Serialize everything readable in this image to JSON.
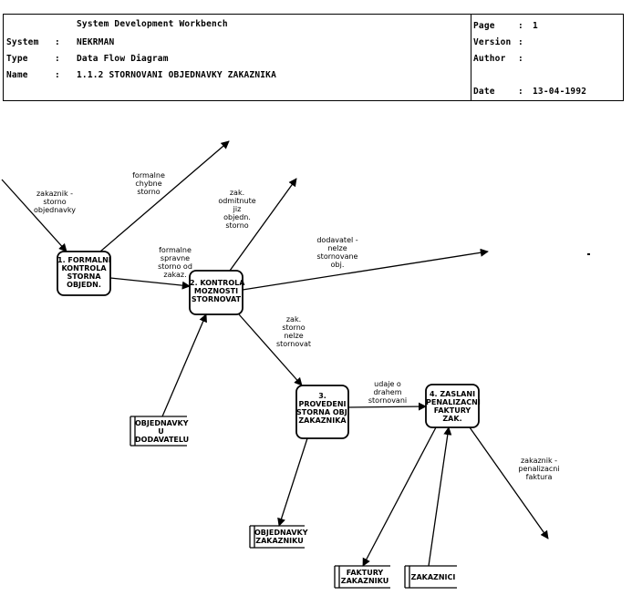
{
  "header": {
    "workbench": "System Development Workbench",
    "system_label": "System",
    "system_value": "NEKRMAN",
    "type_label": "Type",
    "type_value": "Data Flow Diagram",
    "name_label": "Name",
    "name_value": "1.1.2  STORNOVANI OBJEDNAVKY ZAKAZNIKA",
    "sep": ":",
    "page_label": "Page",
    "page_value": "1",
    "version_label": "Version",
    "version_value": "",
    "author_label": "Author",
    "author_value": "",
    "date_label": "Date",
    "date_value": "13-04-1992"
  },
  "processes": {
    "p1": {
      "l1": "1. FORMALNI",
      "l2": "KONTROLA",
      "l3": "STORNA",
      "l4": "OBJEDN."
    },
    "p2": {
      "l1": "2. KONTROLA",
      "l2": "MOZNOSTI",
      "l3": "STORNOVAT"
    },
    "p3": {
      "l1": "3.",
      "l2": "PROVEDENI",
      "l3": "STORNA OBJ.",
      "l4": "ZAKAZNIKA"
    },
    "p4": {
      "l1": "4. ZASLANI",
      "l2": "PENALIZACNI",
      "l3": "FAKTURY",
      "l4": "ZAK."
    }
  },
  "stores": {
    "s1": {
      "l1": "OBJEDNAVKY",
      "l2": "U",
      "l3": "DODAVATELU"
    },
    "s2": {
      "l1": "OBJEDNAVKY",
      "l2": "ZAKAZNIKU"
    },
    "s3": {
      "l1": "FAKTURY",
      "l2": "ZAKAZNIKU"
    },
    "s4": {
      "l1": "ZAKAZNICI"
    }
  },
  "flows": {
    "f1": {
      "l1": "zakaznik -",
      "l2": "storno",
      "l3": "objednavky"
    },
    "f2": {
      "l1": "formalne",
      "l2": "chybne",
      "l3": "storno"
    },
    "f3": {
      "l1": "formalne",
      "l2": "spravne",
      "l3": "storno od",
      "l4": "zakaz."
    },
    "f4": {
      "l1": "zak.",
      "l2": "odmitnute",
      "l3": "jiz",
      "l4": "objedn.",
      "l5": "storno"
    },
    "f5": {
      "l1": "dodavatel -",
      "l2": "nelze",
      "l3": "stornovane",
      "l4": "obj."
    },
    "f6": {
      "l1": "zak.",
      "l2": "storno",
      "l3": "nelze",
      "l4": "stornovat"
    },
    "f7": {
      "l1": "udaje o",
      "l2": "drahem",
      "l3": "stornovani"
    },
    "f8": {
      "l1": "zakaznik -",
      "l2": "penalizacni",
      "l3": "faktura"
    }
  }
}
